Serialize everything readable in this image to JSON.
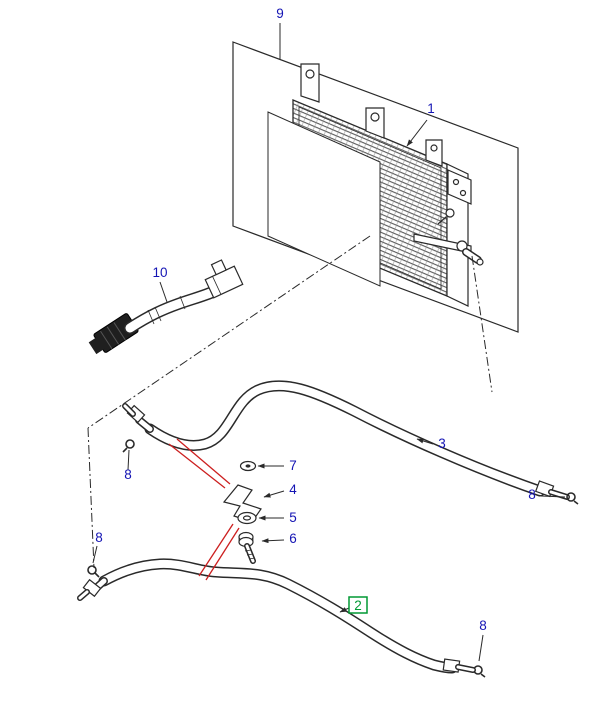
{
  "diagram": {
    "type": "exploded-parts-diagram",
    "background_color": "#ffffff",
    "line_color": "#2a2a2a",
    "callout_color": "#1414b4",
    "highlight_color": "#009933",
    "red_leader_color": "#cc1f1f",
    "callouts": {
      "c1": "1",
      "c2": "2",
      "c3": "3",
      "c4": "4",
      "c5": "5",
      "c6": "6",
      "c7": "7",
      "c8a": "8",
      "c8b": "8",
      "c8c": "8",
      "c8d": "8",
      "c9": "9",
      "c10": "10"
    }
  }
}
